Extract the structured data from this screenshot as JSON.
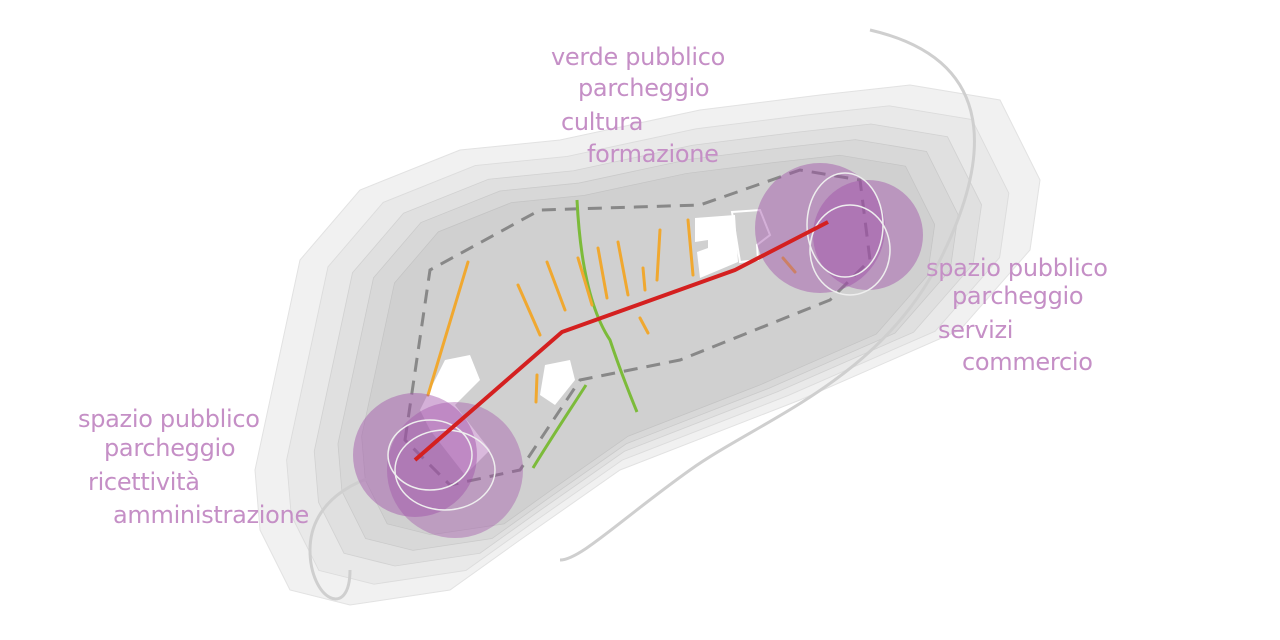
{
  "colors": {
    "label": "#c58fc6",
    "axis": "#d42020",
    "green": "#7cbb3a",
    "orange": "#f0a830",
    "node": "#a050a8"
  },
  "labels": {
    "north": [
      "verde pubblico",
      "parcheggio",
      "cultura",
      "formazione"
    ],
    "east": [
      "spazio pubblico",
      "parcheggio",
      "servizi",
      "commercio"
    ],
    "west": [
      "spazio pubblico",
      "parcheggio",
      "ricettività",
      "amministrazione"
    ]
  }
}
